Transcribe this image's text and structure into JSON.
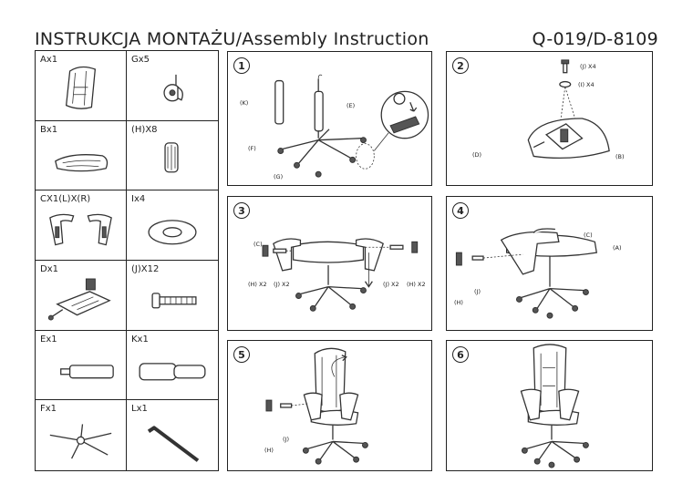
{
  "header": {
    "title": "INSTRUKCJA  MONTAŻU/Assembly  Instruction",
    "model": "Q-019/D-8109"
  },
  "parts": [
    {
      "label": "Ax1",
      "icon": "backrest-icon"
    },
    {
      "label": "Gx5",
      "icon": "caster-icon"
    },
    {
      "label": "Bx1",
      "icon": "seat-icon"
    },
    {
      "label": "(H)X8",
      "icon": "cap-icon"
    },
    {
      "label": "CX1(L)X(R)",
      "icon": "armrests-icon"
    },
    {
      "label": "Ix4",
      "icon": "washer-icon"
    },
    {
      "label": "Dx1",
      "icon": "mechanism-icon"
    },
    {
      "label": "(J)X12",
      "icon": "bolt-icon"
    },
    {
      "label": "Ex1",
      "icon": "gas-lift-icon"
    },
    {
      "label": "Kx1",
      "icon": "lift-cover-icon"
    },
    {
      "label": "Fx1",
      "icon": "star-base-icon"
    },
    {
      "label": "Lx1",
      "icon": "hex-key-icon"
    }
  ],
  "steps": [
    {
      "number": "1",
      "callouts": {
        "k": "(K)",
        "e": "(E)",
        "f": "(F)",
        "g": "(G)"
      }
    },
    {
      "number": "2",
      "callouts": {
        "j": "(J) X4",
        "i": "(I) X4",
        "d": "(D)",
        "b": "(B)"
      }
    },
    {
      "number": "3",
      "callouts": {
        "c": "(C)",
        "hl": "(H) X2",
        "jl": "(J) X2",
        "jr": "(J) X2",
        "hr": "(H) X2"
      }
    },
    {
      "number": "4",
      "callouts": {
        "c": "(C)",
        "a": "(A)",
        "h": "(H)",
        "j": "(J)"
      }
    },
    {
      "number": "5",
      "callouts": {
        "h": "(H)",
        "j": "(J)"
      }
    },
    {
      "number": "6",
      "callouts": {}
    }
  ]
}
